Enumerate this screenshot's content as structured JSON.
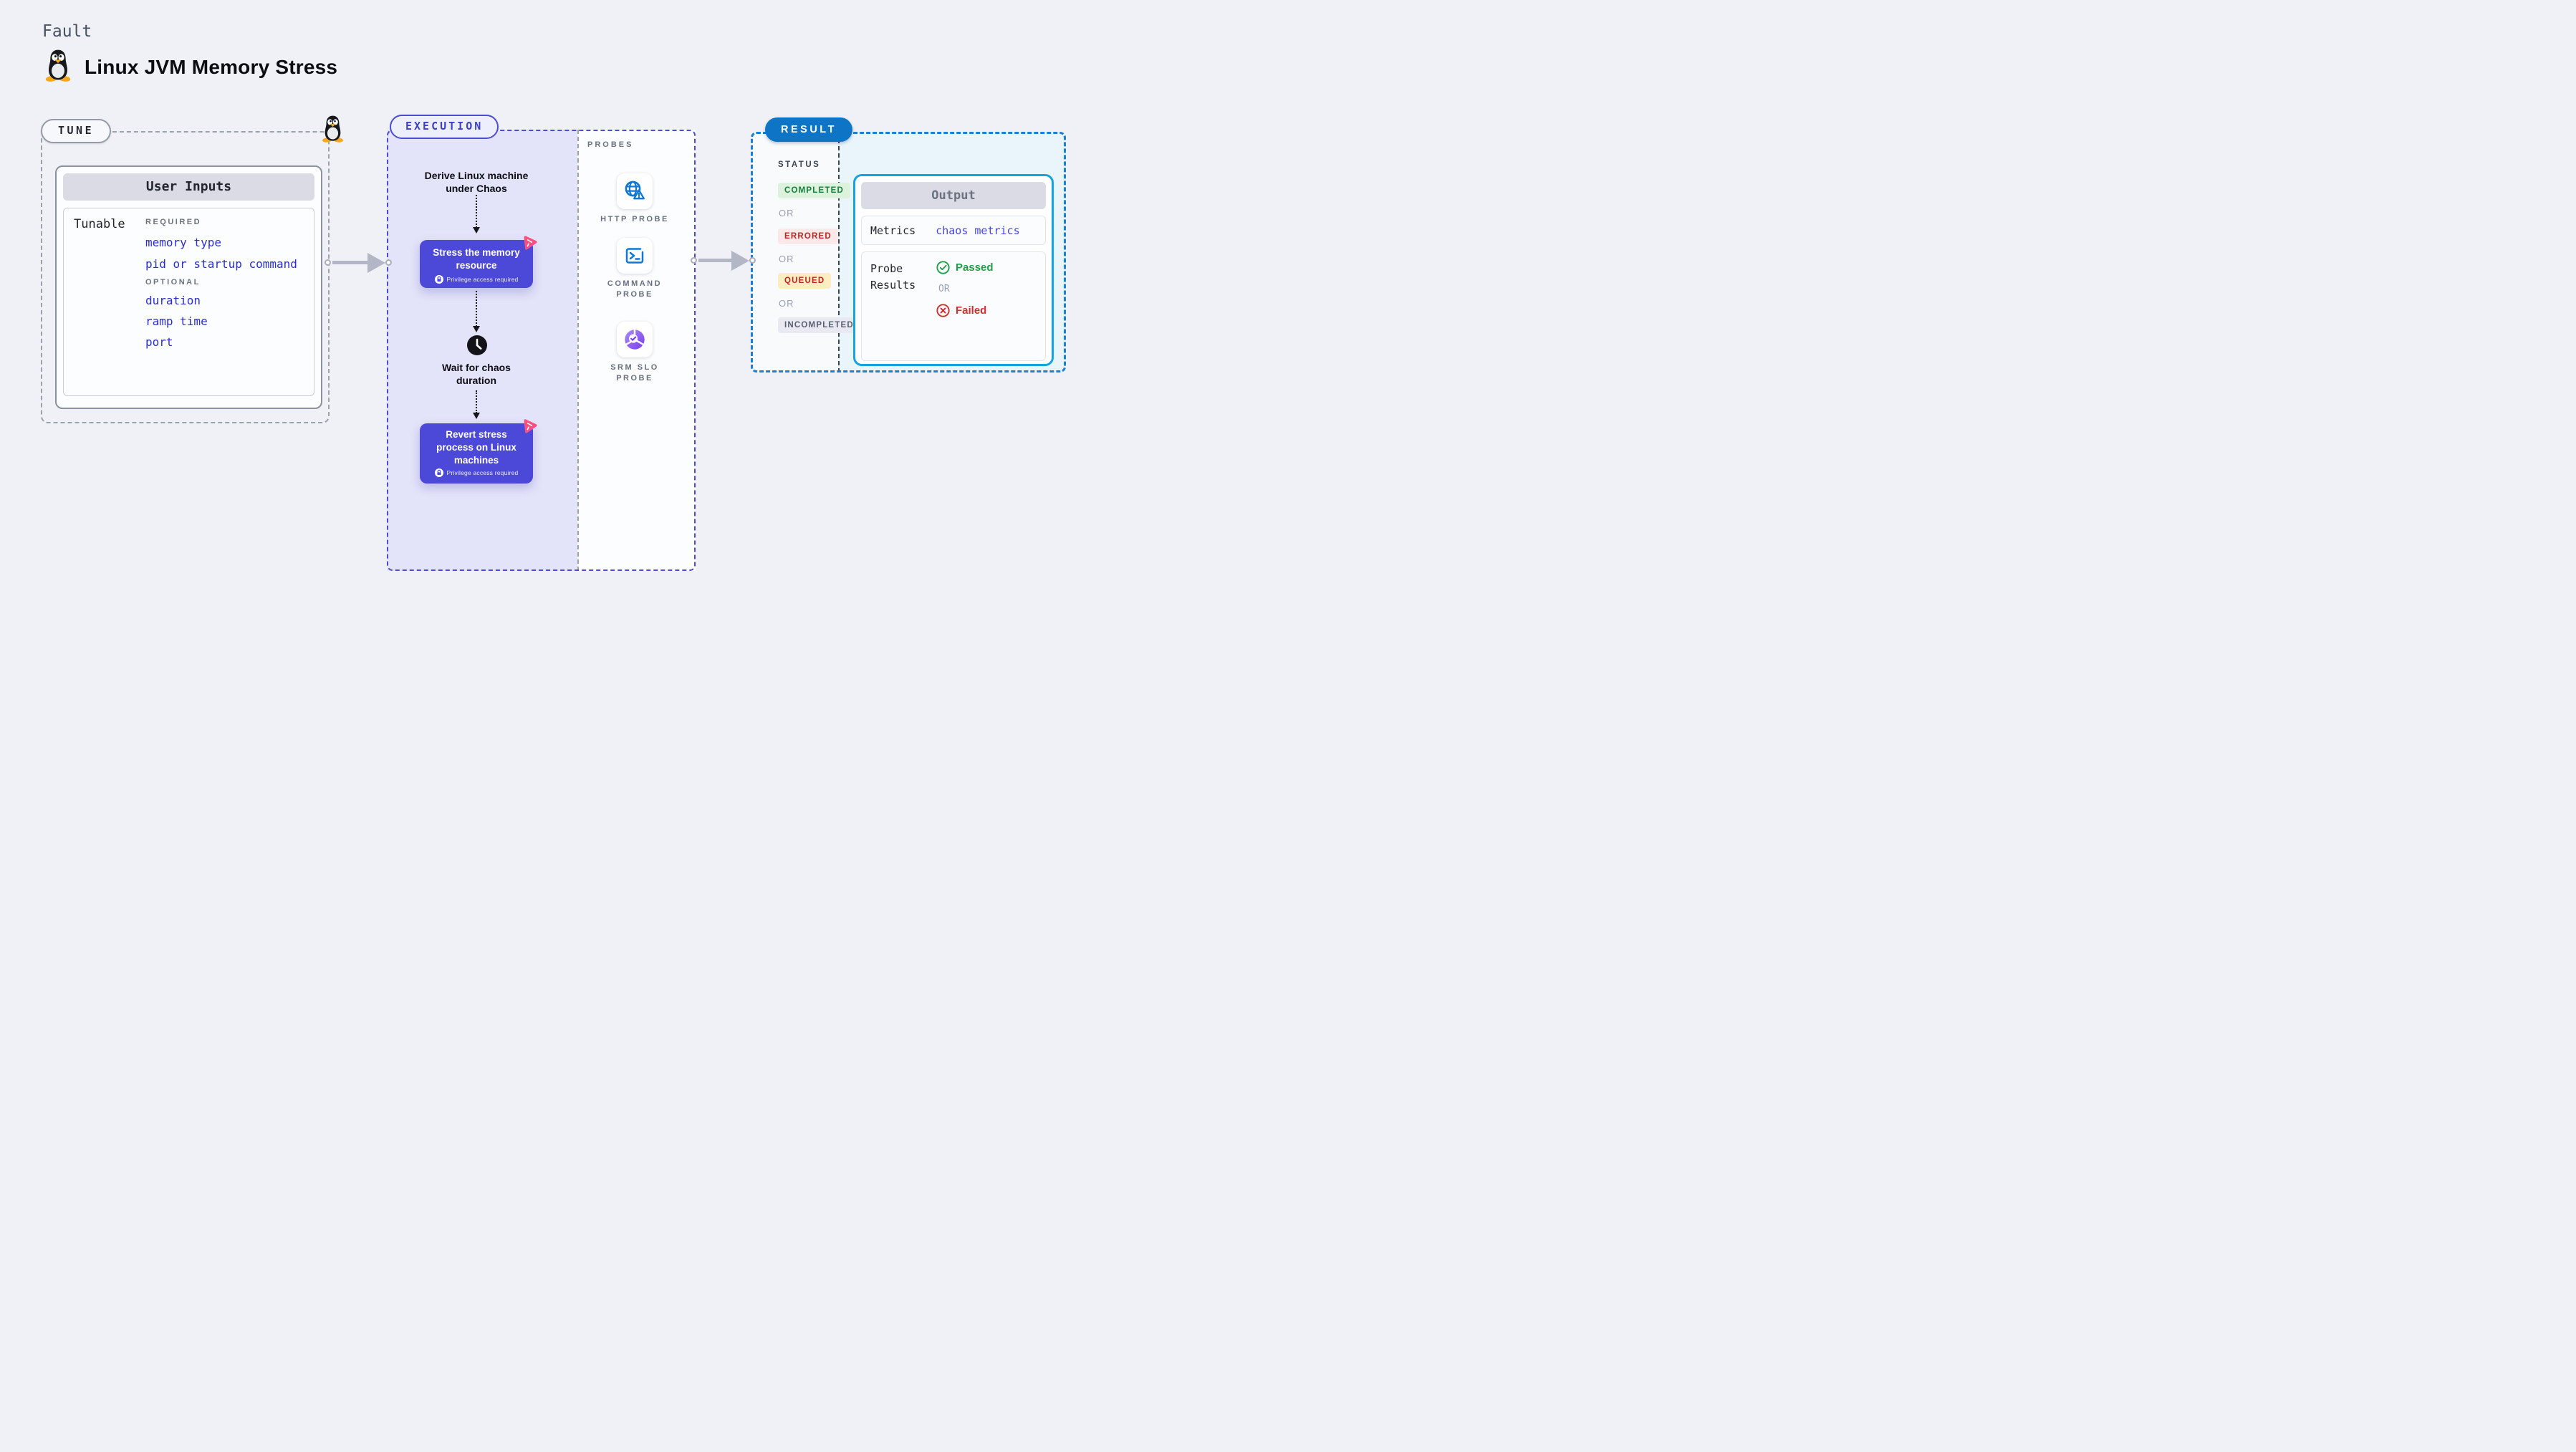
{
  "header": {
    "eyebrow": "Fault",
    "title": "Linux JVM Memory Stress",
    "icon": "tux-penguin-icon"
  },
  "tune": {
    "pill_label": "TUNE",
    "user_inputs": {
      "header": "User Inputs",
      "row_label": "Tunable",
      "required_label": "REQUIRED",
      "required_items": [
        "memory type",
        "pid or startup command"
      ],
      "optional_label": "OPTIONAL",
      "optional_items": [
        "duration",
        "ramp time",
        "port"
      ],
      "link_color": "#2b2dd1"
    }
  },
  "execution": {
    "pill_label": "EXECUTION",
    "derive_label": "Derive Linux machine under Chaos",
    "stress_label": "Stress the memory resource",
    "wait_label": "Wait for chaos duration",
    "revert_label": "Revert stress process on Linux machines",
    "privilege_note": "Privilege access required",
    "accent_color": "#4c48d8",
    "panel_color": "#e3e3f9",
    "chaos_badge_color": "#fb4f82"
  },
  "probes": {
    "section_label": "PROBES",
    "items": [
      {
        "label": "HTTP PROBE",
        "icon": "globe-warning-icon",
        "icon_color": "#1177d2"
      },
      {
        "label": "COMMAND PROBE",
        "icon": "terminal-icon",
        "icon_color": "#1177d2"
      },
      {
        "label": "SRM SLO PROBE",
        "icon": "slo-donut-check-icon",
        "icon_color": "#7a3bf0"
      }
    ]
  },
  "result": {
    "pill_label": "RESULT",
    "pill_color": "#0d74c6",
    "status_label": "STATUS",
    "or_label": "OR",
    "statuses": [
      {
        "label": "COMPLETED",
        "fg": "#15803d",
        "bg": "#dcf2dd"
      },
      {
        "label": "ERRORED",
        "fg": "#c22323",
        "bg": "#fbe9e9"
      },
      {
        "label": "QUEUED",
        "fg": "#c72222",
        "bg": "#fceec2"
      },
      {
        "label": "INCOMPLETED",
        "fg": "#5a6072",
        "bg": "#e9eaf1"
      }
    ],
    "output": {
      "header": "Output",
      "border_color": "#17a3e0",
      "metrics_label": "Metrics",
      "metrics_value": "chaos metrics",
      "probe_results_label": "Probe Results",
      "passed_label": "Passed",
      "passed_color": "#1fa048",
      "or_label": "OR",
      "failed_label": "Failed",
      "failed_color": "#d32d2d"
    }
  }
}
